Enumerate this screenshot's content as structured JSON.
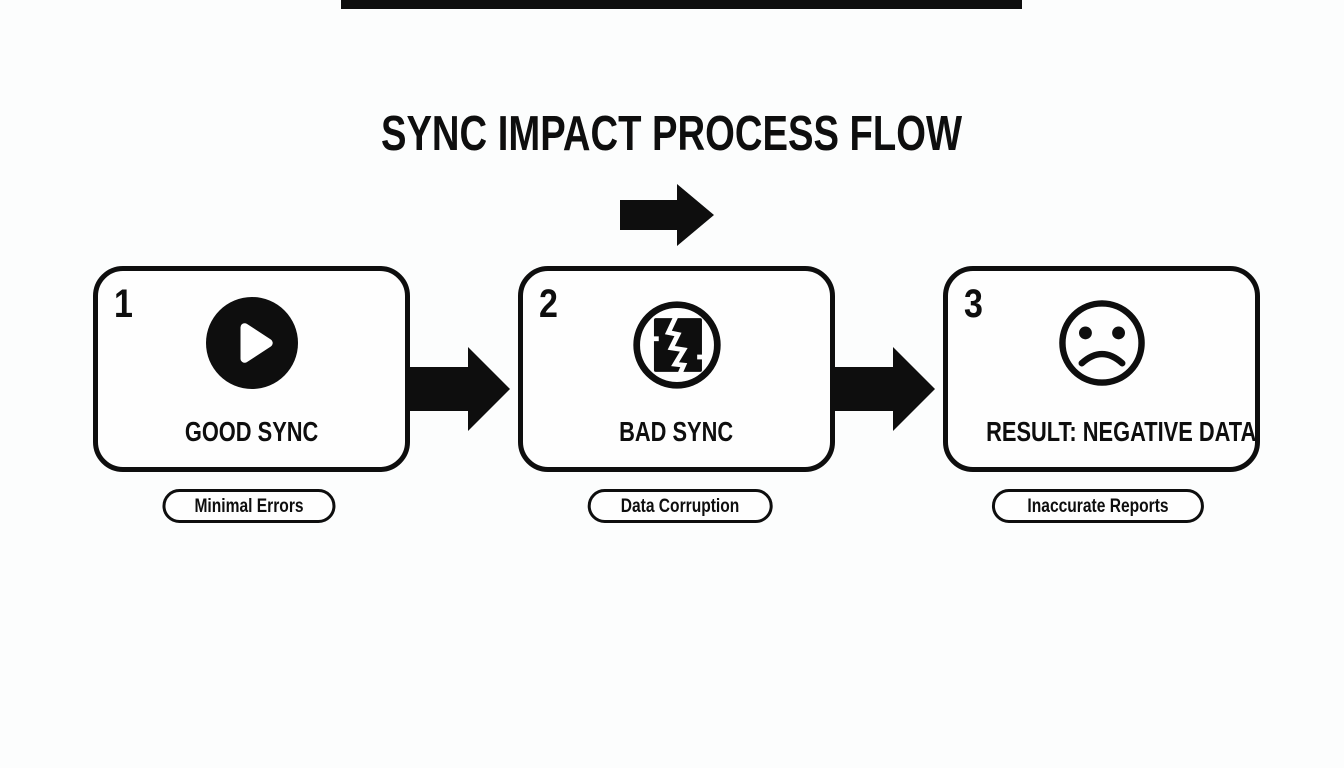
{
  "title": "SYNC IMPACT PROCESS FLOW",
  "flow": {
    "steps": [
      {
        "number": "1",
        "label": "GOOD SYNC",
        "tag": "Minimal Errors",
        "icon": "play-icon"
      },
      {
        "number": "2",
        "label": "BAD SYNC",
        "tag": "Data Corruption",
        "icon": "data-corruption-icon"
      },
      {
        "number": "3",
        "label": "RESULT: NEGATIVE DATA",
        "tag": "Inaccurate Reports",
        "icon": "sad-face-icon"
      }
    ]
  },
  "colors": {
    "ink": "#0e0e0e",
    "background": "#fcfdfd"
  }
}
